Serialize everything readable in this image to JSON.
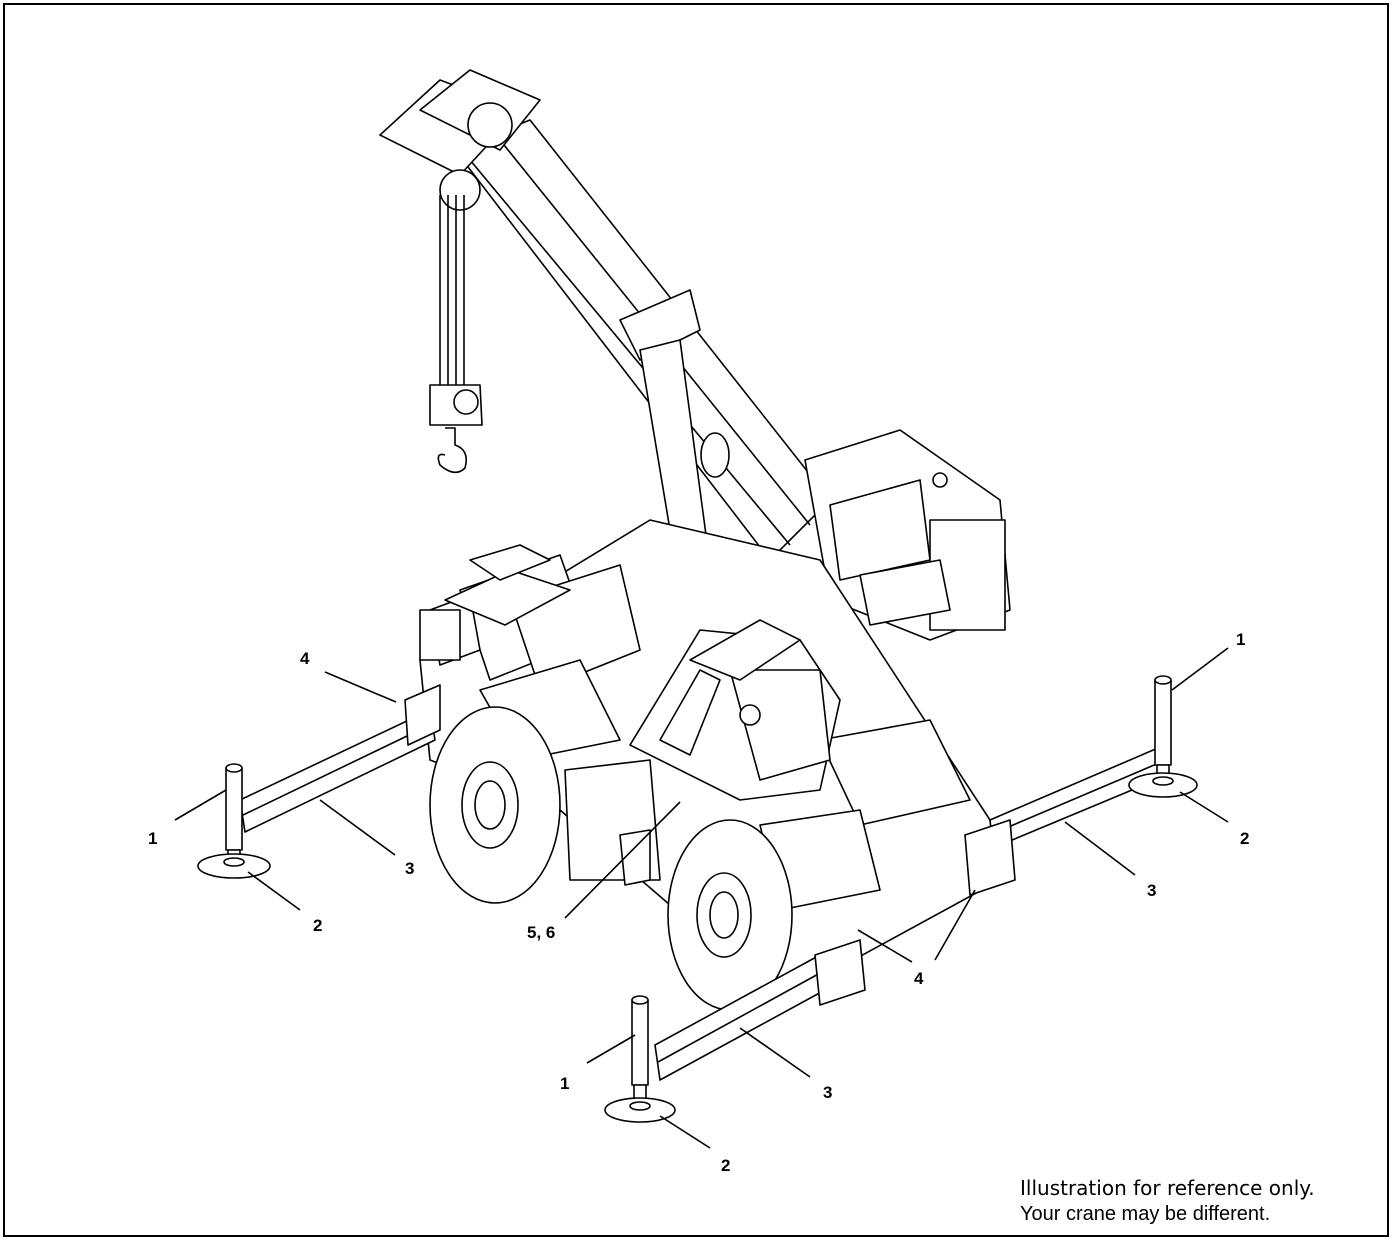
{
  "callouts": {
    "c1_left": "1",
    "c1_right": "1",
    "c1_front": "1",
    "c2_left": "2",
    "c2_right": "2",
    "c2_front": "2",
    "c3_left": "3",
    "c3_right": "3",
    "c3_front": "3",
    "c4_left": "4",
    "c4_right": "4",
    "c56": "5, 6"
  },
  "note": {
    "line1": "Illustration for reference only.",
    "line2": "Your crane may be different."
  }
}
